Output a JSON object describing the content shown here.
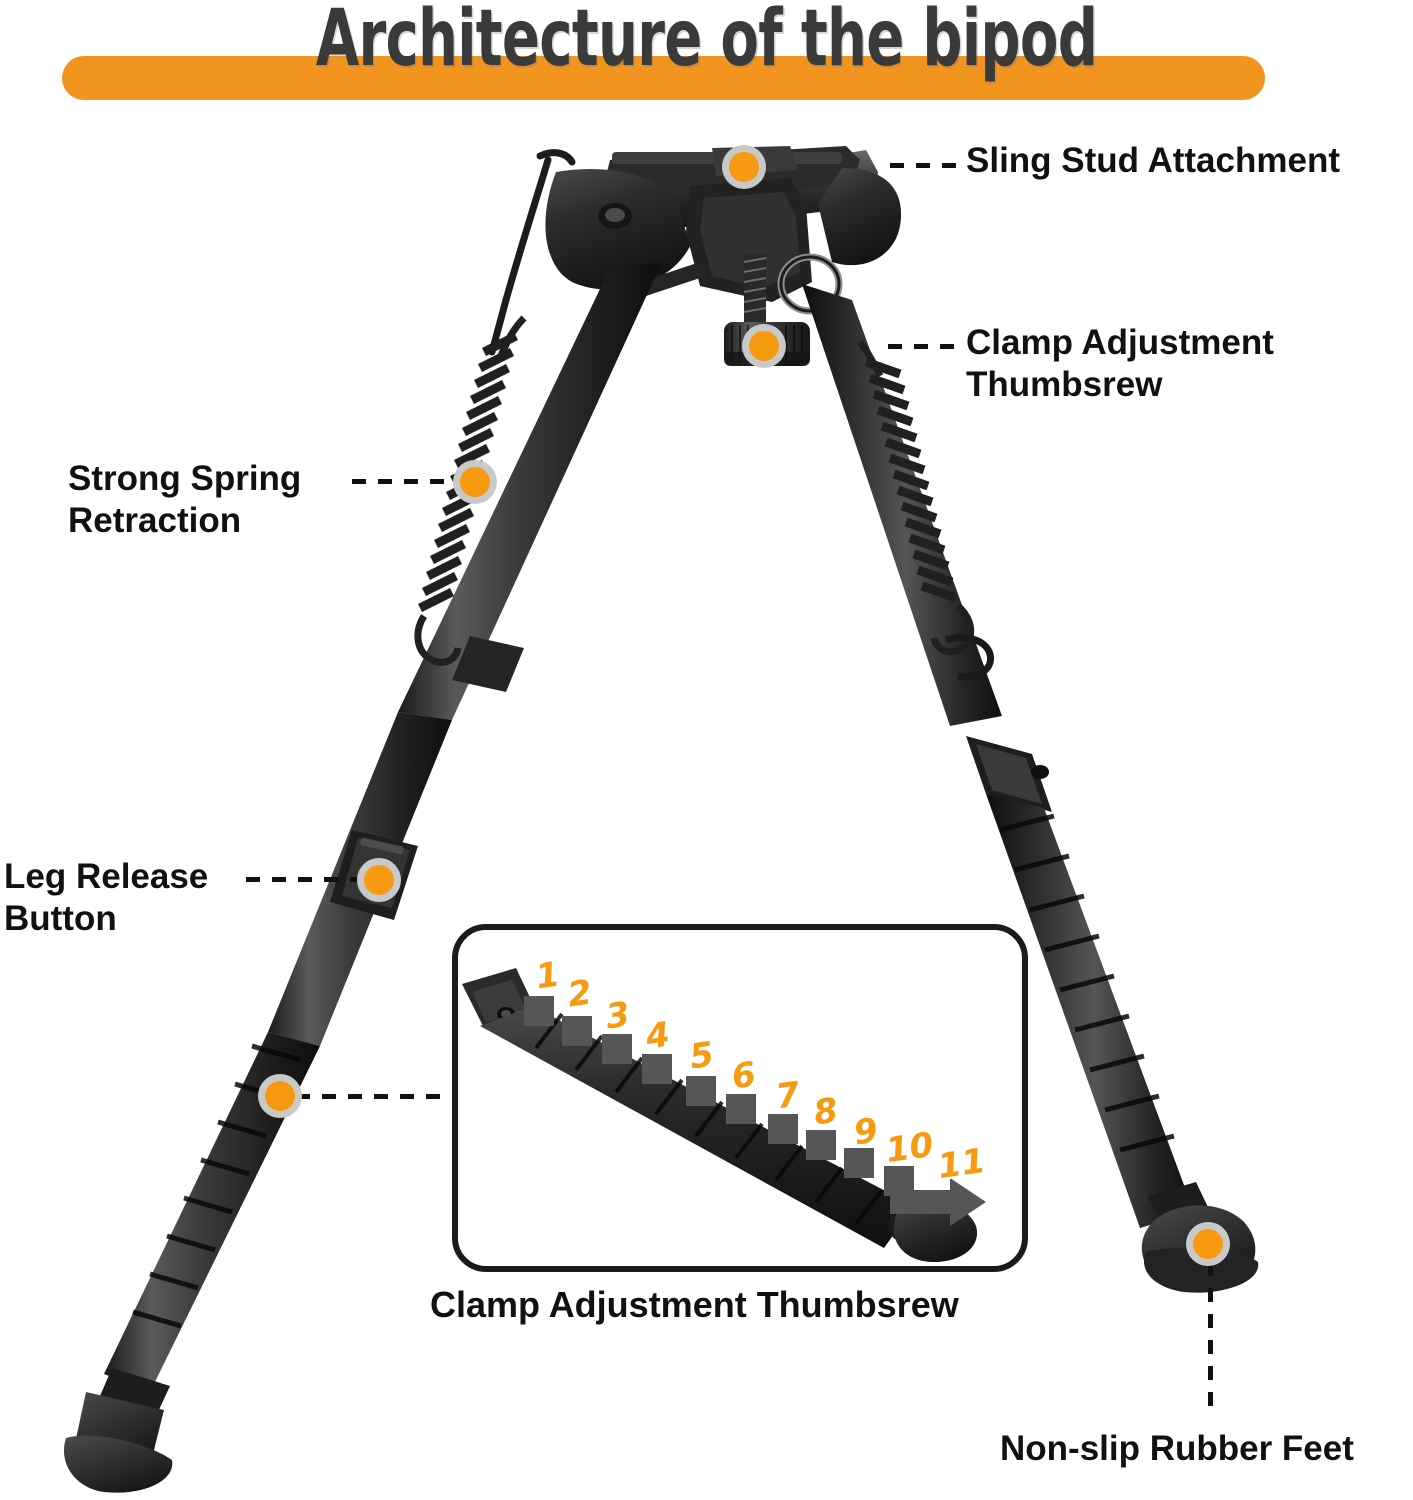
{
  "page": {
    "title": "Architecture of the bipod",
    "background_color": "#ffffff"
  },
  "theme": {
    "accent_orange": "#F29420",
    "marker_orange": "#F59A11",
    "marker_ring": "#c9c9c9",
    "title_text_color": "#3a3a3a",
    "label_text_color": "#111111",
    "inset_border_color": "#1b1b1b",
    "notch_square_color": "#565656",
    "product_black": "#2b2b2b"
  },
  "header": {
    "title": "Architecture of the bipod",
    "bar_color": "#F29420"
  },
  "callouts": [
    {
      "id": "sling-stud-attachment",
      "label": "Sling Stud Attachment",
      "side": "right",
      "marker": "orange-dot-marker",
      "leader": "dashed-horizontal"
    },
    {
      "id": "clamp-adjustment-thumbsrew",
      "label": "Clamp Adjustment\nThumbsrew",
      "side": "right",
      "marker": "orange-dot-marker",
      "leader": "dashed-horizontal"
    },
    {
      "id": "strong-spring-retraction",
      "label": "Strong Spring\nRetraction",
      "side": "left",
      "marker": "orange-dot-marker",
      "leader": "dashed-horizontal"
    },
    {
      "id": "leg-release-button",
      "label": "Leg Release\nButton",
      "side": "left",
      "marker": "orange-dot-marker",
      "leader": "dashed-horizontal"
    },
    {
      "id": "non-slip-rubber-feet",
      "label": "Non-slip Rubber Feet",
      "side": "bottom",
      "marker": "orange-dot-marker",
      "leader": "dashed-vertical"
    }
  ],
  "inset": {
    "caption": "Clamp Adjustment Thumbsrew",
    "notch_numbers": [
      "1",
      "2",
      "3",
      "4",
      "5",
      "6",
      "7",
      "8",
      "9",
      "10",
      "11"
    ],
    "arrow_direction": "right",
    "number_color": "#F59A11",
    "square_color": "#565656"
  },
  "product": {
    "name": "rifle-bipod",
    "components": [
      "sling-stud-mount",
      "clamp-thumbscrew-knob",
      "swivel-ring",
      "left-leg",
      "right-leg",
      "left-retraction-spring",
      "right-retraction-spring",
      "leg-release-collar-left",
      "leg-release-collar-right",
      "notched-extension-left",
      "notched-extension-right",
      "rubber-foot-left",
      "rubber-foot-right"
    ]
  }
}
